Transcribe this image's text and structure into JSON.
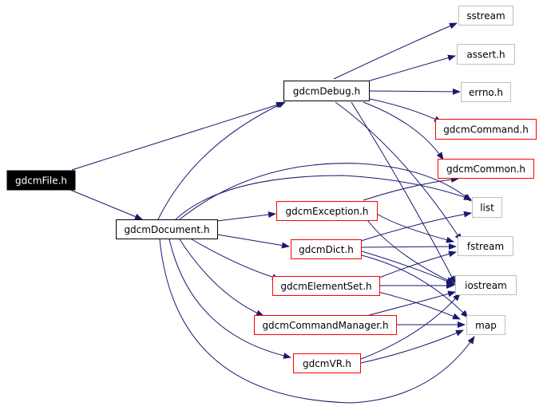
{
  "colors": {
    "edge": "#191970",
    "root_fill": "#000000",
    "root_text": "#ffffff",
    "internal_border": "#000000",
    "project_border": "#ff0000",
    "system_border": "#bfbfbf",
    "text": "#000000"
  },
  "nodes": {
    "gdcmFile": "gdcmFile.h",
    "gdcmDocument": "gdcmDocument.h",
    "gdcmDebug": "gdcmDebug.h",
    "gdcmException": "gdcmException.h",
    "gdcmDict": "gdcmDict.h",
    "gdcmElementSet": "gdcmElementSet.h",
    "gdcmCommandManager": "gdcmCommandManager.h",
    "gdcmVR": "gdcmVR.h",
    "gdcmCommand": "gdcmCommand.h",
    "gdcmCommon": "gdcmCommon.h",
    "sstream": "sstream",
    "assert": "assert.h",
    "errno": "errno.h",
    "list": "list",
    "fstream": "fstream",
    "iostream": "iostream",
    "map": "map"
  }
}
